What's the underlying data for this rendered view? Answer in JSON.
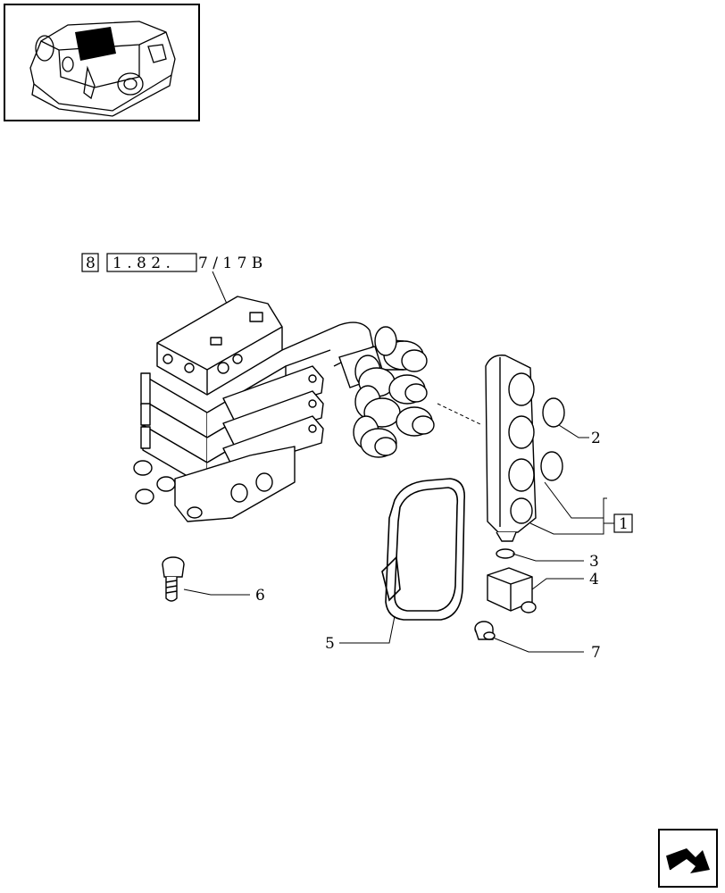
{
  "reference": {
    "box1": "8",
    "box2": "1 . 8 2 .",
    "tail": "7 / 1 7 B"
  },
  "callouts": {
    "c1": "1",
    "c2": "2",
    "c3": "3",
    "c4": "4",
    "c5": "5",
    "c6": "6",
    "c7": "7"
  },
  "icons": {
    "thumbnail": "assembly-location-thumbnail-icon",
    "navigation": "next-page-arrow-icon"
  }
}
